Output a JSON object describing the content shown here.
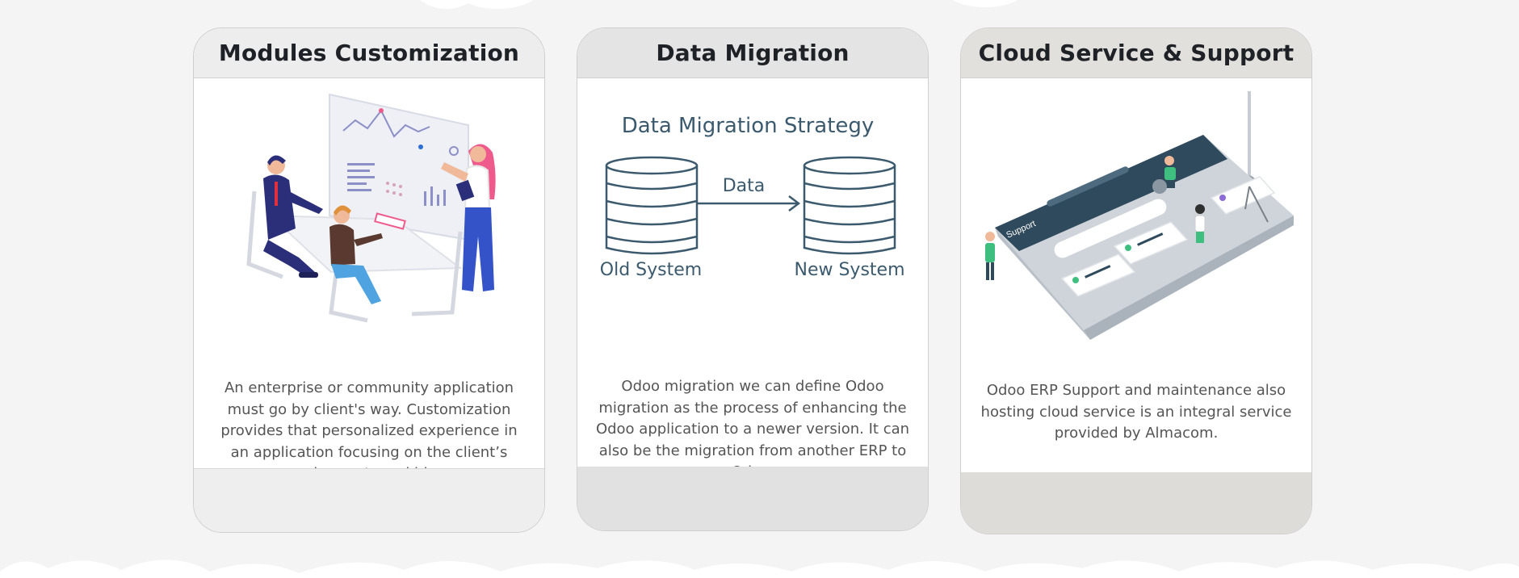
{
  "cards": [
    {
      "title": "Modules Customization",
      "description": "An enterprise or community application must go by client's way. Customization provides that personalized experience in an application focusing on the client’s requirements and ideas."
    },
    {
      "title": "Data Migration",
      "diagram": {
        "heading": "Data Migration Strategy",
        "arrow_label": "Data",
        "source_label": "Old System",
        "target_label": "New System"
      },
      "description": "Odoo migration we can define Odoo migration as the process of enhancing the Odoo application to a newer version. It can also be the migration from another ERP to Odoo."
    },
    {
      "title": "Cloud Service & Support",
      "screen_label": "Support",
      "description": "Odoo ERP Support and maintenance also hosting cloud service is an integral service provided by Almacom."
    }
  ],
  "colors": {
    "page_bg": "#f5f4f4",
    "diagram_ink": "#3c5a6e",
    "illustration_navy": "#2b2f7a",
    "illustration_pink": "#ef5a8c",
    "support_screen": "#2f4a5c",
    "support_green": "#3fbf7f"
  }
}
